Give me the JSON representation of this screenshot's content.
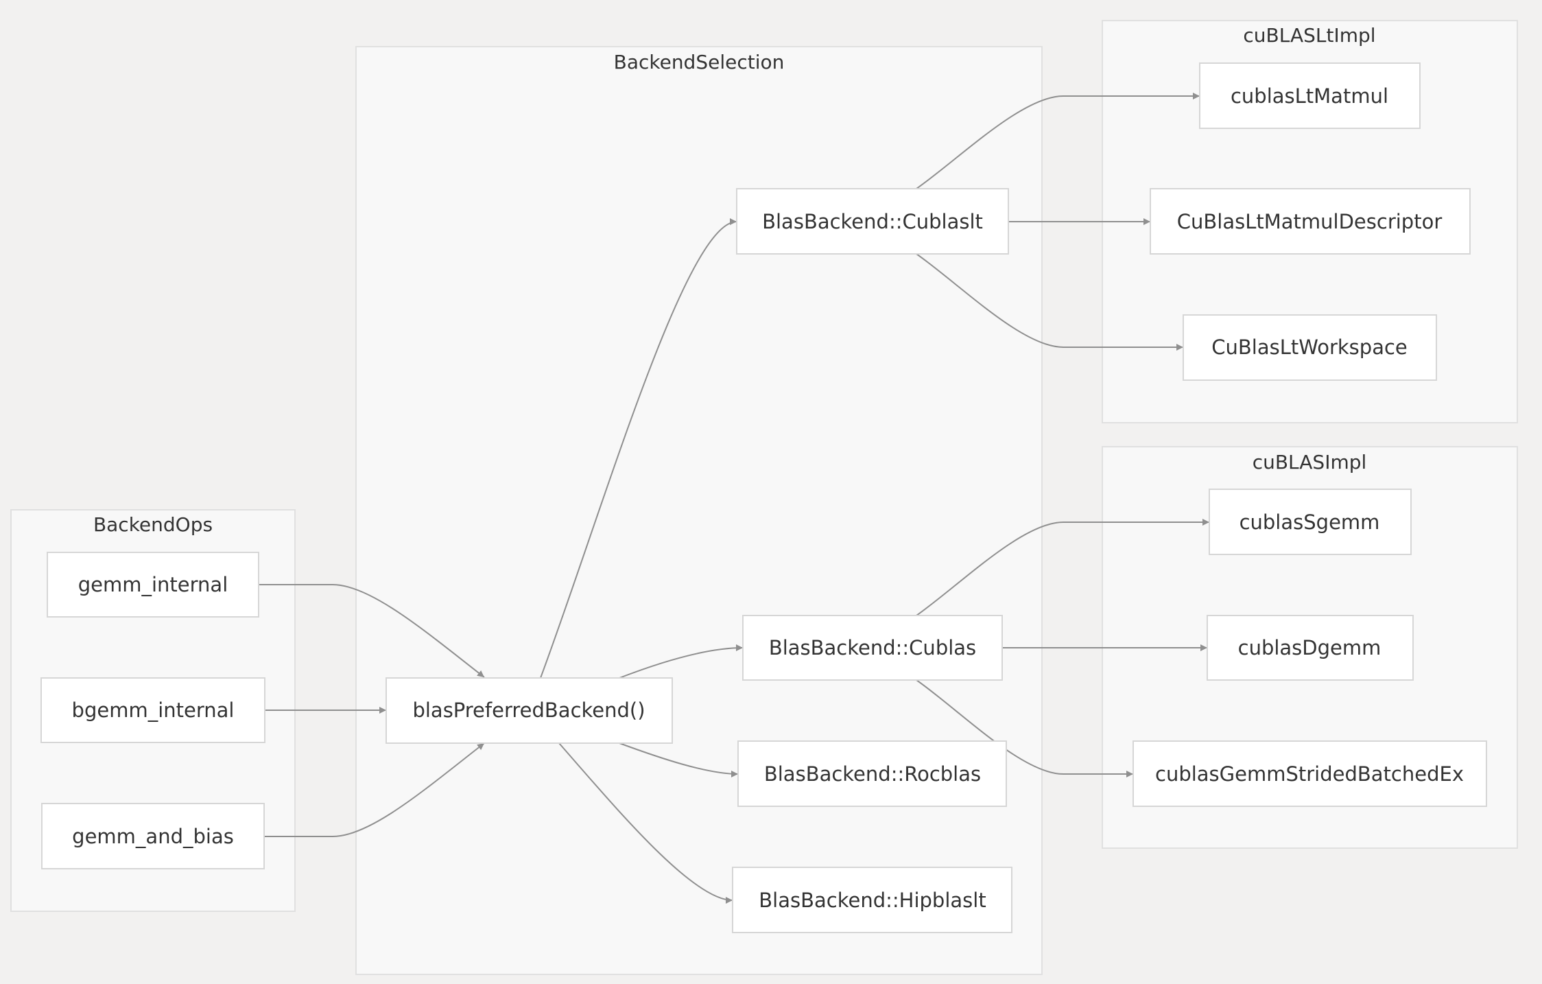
{
  "clusters": {
    "backend_ops": {
      "label": "BackendOps"
    },
    "backend_selection": {
      "label": "BackendSelection"
    },
    "cublaslt_impl": {
      "label": "cuBLASLtImpl"
    },
    "cublas_impl": {
      "label": "cuBLASImpl"
    }
  },
  "nodes": {
    "gemm_internal": "gemm_internal",
    "bgemm_internal": "bgemm_internal",
    "gemm_and_bias": "gemm_and_bias",
    "blas_preferred_backend": "blasPreferredBackend()",
    "backend_cublaslt": "BlasBackend::Cublaslt",
    "backend_cublas": "BlasBackend::Cublas",
    "backend_rocblas": "BlasBackend::Rocblas",
    "backend_hipblaslt": "BlasBackend::Hipblaslt",
    "cublaslt_matmul": "cublasLtMatmul",
    "cublaslt_matmul_descriptor": "CuBlasLtMatmulDescriptor",
    "cublaslt_workspace": "CuBlasLtWorkspace",
    "cublas_sgemm": "cublasSgemm",
    "cublas_dgemm": "cublasDgemm",
    "cublas_gemm_strided_batched_ex": "cublasGemmStridedBatchedEx"
  },
  "edges": [
    {
      "from": "gemm_internal",
      "to": "blasPreferredBackend()"
    },
    {
      "from": "bgemm_internal",
      "to": "blasPreferredBackend()"
    },
    {
      "from": "gemm_and_bias",
      "to": "blasPreferredBackend()"
    },
    {
      "from": "blasPreferredBackend()",
      "to": "BlasBackend::Cublaslt"
    },
    {
      "from": "blasPreferredBackend()",
      "to": "BlasBackend::Cublas"
    },
    {
      "from": "blasPreferredBackend()",
      "to": "BlasBackend::Rocblas"
    },
    {
      "from": "blasPreferredBackend()",
      "to": "BlasBackend::Hipblaslt"
    },
    {
      "from": "BlasBackend::Cublaslt",
      "to": "cublasLtMatmul"
    },
    {
      "from": "BlasBackend::Cublaslt",
      "to": "CuBlasLtMatmulDescriptor"
    },
    {
      "from": "BlasBackend::Cublaslt",
      "to": "CuBlasLtWorkspace"
    },
    {
      "from": "BlasBackend::Cublas",
      "to": "cublasSgemm"
    },
    {
      "from": "BlasBackend::Cublas",
      "to": "cublasDgemm"
    },
    {
      "from": "BlasBackend::Cublas",
      "to": "cublasGemmStridedBatchedEx"
    }
  ],
  "colors": {
    "background": "#f2f1f0",
    "cluster_fill": "#f8f8f8",
    "cluster_border": "#e0e0e0",
    "node_fill": "#ffffff",
    "node_border": "#d6d6d6",
    "edge": "#8f8f8f",
    "text": "#333333"
  }
}
